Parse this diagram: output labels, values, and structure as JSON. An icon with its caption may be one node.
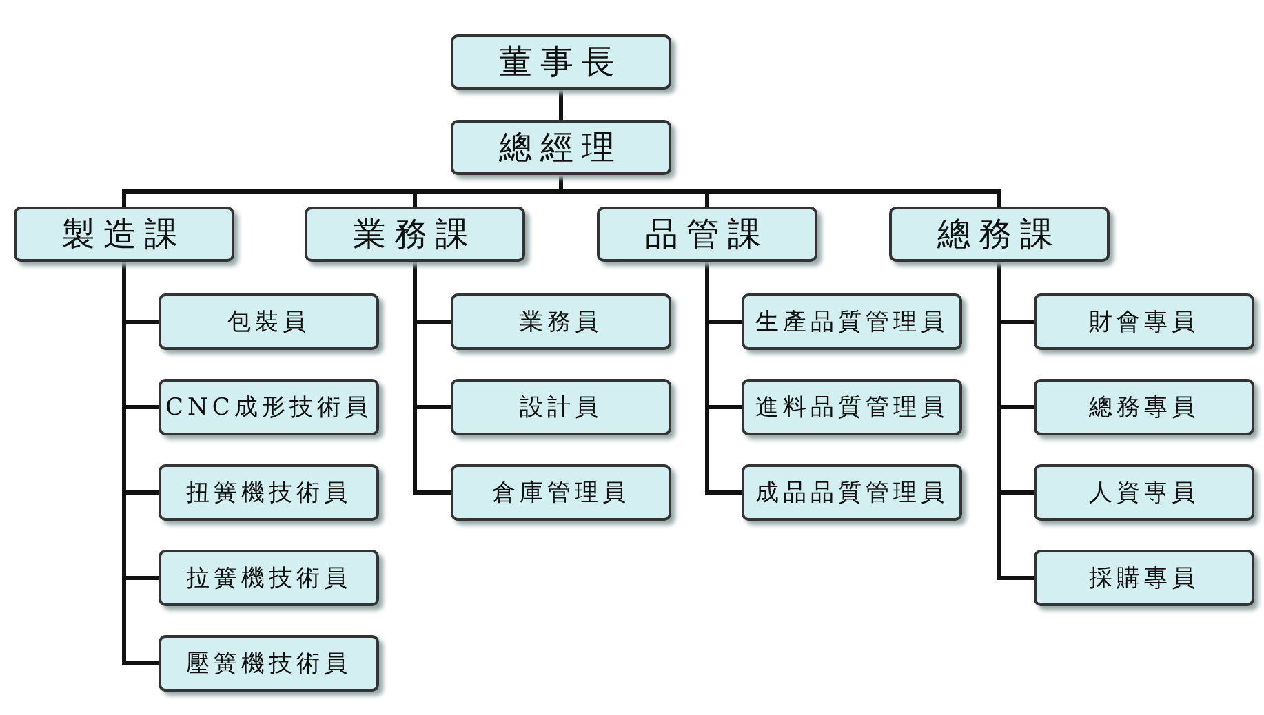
{
  "diagram": {
    "nodes": [
      {
        "text": [
          "董事長"
        ]
      },
      {
        "text": [
          "總經理"
        ]
      },
      {
        "text": [
          "製造課"
        ]
      },
      {
        "text": [
          "業務課"
        ]
      },
      {
        "text": [
          "品管課"
        ]
      },
      {
        "text": [
          "總務課"
        ]
      },
      {
        "text": [
          "包裝員"
        ]
      },
      {
        "text": [
          "CNC成形技術員"
        ]
      },
      {
        "text": [
          "扭簧機技術員"
        ]
      },
      {
        "text": [
          "拉簧機技術員"
        ]
      },
      {
        "text": [
          "壓簧機技術員"
        ]
      },
      {
        "text": [
          "業務員"
        ]
      },
      {
        "text": [
          "設計員"
        ]
      },
      {
        "text": [
          "倉庫管理員"
        ]
      },
      {
        "text": [
          "生產品質管理員"
        ]
      },
      {
        "text": [
          "進料品質管理員"
        ]
      },
      {
        "text": [
          "成品品質管理員"
        ]
      },
      {
        "text": [
          "財會專員"
        ]
      },
      {
        "text": [
          "總務專員"
        ]
      },
      {
        "text": [
          "人資專員"
        ]
      },
      {
        "text": [
          "採購專員"
        ]
      }
    ],
    "edges": [
      {
        "from": 0,
        "to": 1,
        "arrow": "none"
      },
      {
        "from": 1,
        "to": 2,
        "arrow": "none"
      },
      {
        "from": 1,
        "to": 3,
        "arrow": "none"
      },
      {
        "from": 1,
        "to": 4,
        "arrow": "none"
      },
      {
        "from": 1,
        "to": 5,
        "arrow": "none"
      },
      {
        "from": 2,
        "to": 6,
        "arrow": "none"
      },
      {
        "from": 2,
        "to": 7,
        "arrow": "none"
      },
      {
        "from": 2,
        "to": 8,
        "arrow": "none"
      },
      {
        "from": 2,
        "to": 9,
        "arrow": "none"
      },
      {
        "from": 2,
        "to": 10,
        "arrow": "none"
      },
      {
        "from": 3,
        "to": 11,
        "arrow": "none"
      },
      {
        "from": 3,
        "to": 12,
        "arrow": "none"
      },
      {
        "from": 3,
        "to": 13,
        "arrow": "none"
      },
      {
        "from": 4,
        "to": 14,
        "arrow": "none"
      },
      {
        "from": 4,
        "to": 15,
        "arrow": "none"
      },
      {
        "from": 4,
        "to": 16,
        "arrow": "none"
      },
      {
        "from": 5,
        "to": 17,
        "arrow": "none"
      },
      {
        "from": 5,
        "to": 18,
        "arrow": "none"
      },
      {
        "from": 5,
        "to": 19,
        "arrow": "none"
      },
      {
        "from": 5,
        "to": 20,
        "arrow": "none"
      }
    ]
  }
}
